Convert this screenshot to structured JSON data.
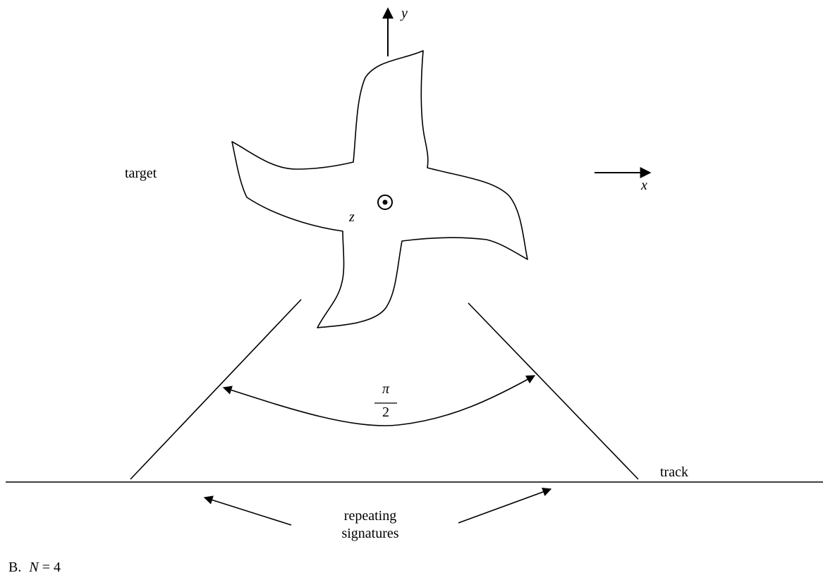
{
  "axes": {
    "y_label": "y",
    "x_label": "x",
    "z_label": "z"
  },
  "labels": {
    "target": "target",
    "track": "track",
    "repeating_line1": "repeating",
    "repeating_line2": "signatures"
  },
  "angle": {
    "numerator": "π",
    "denominator": "2"
  },
  "caption": {
    "prefix": "B.",
    "variable": "N",
    "equals_value": "= 4"
  }
}
